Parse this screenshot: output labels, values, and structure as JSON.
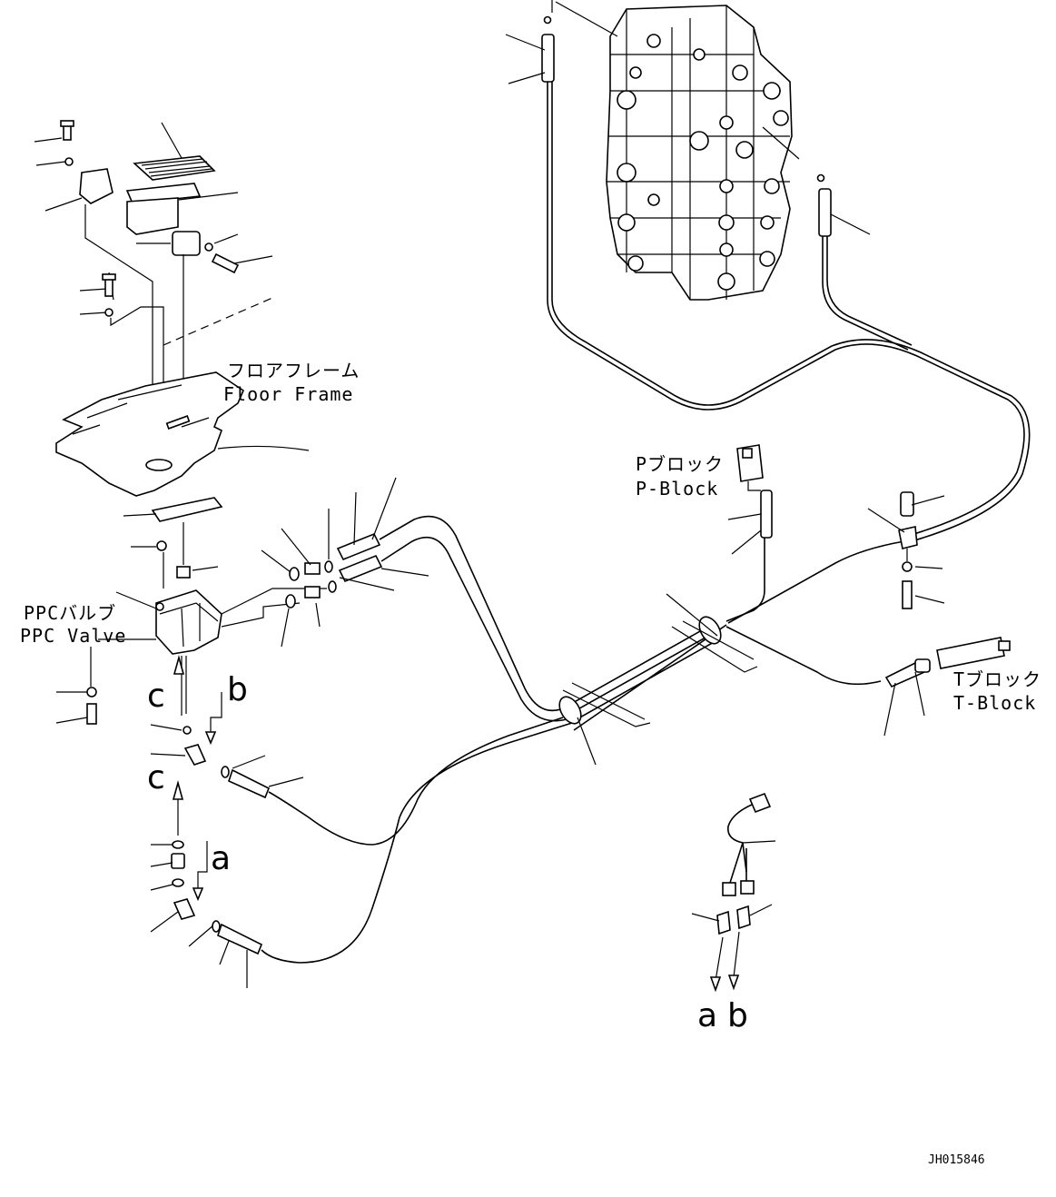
{
  "labels": {
    "floor_frame_jp": "フロアフレーム",
    "floor_frame_en": "Floor Frame",
    "ppc_valve_jp": "PPCバルブ",
    "ppc_valve_en": "PPC Valve",
    "p_block_jp": "Pブロック",
    "p_block_en": "P-Block",
    "t_block_jp": "Tブロック",
    "t_block_en": "T-Block"
  },
  "connection_letters": {
    "c_upper": "c",
    "b_upper": "b",
    "c_lower": "c",
    "a_lower": "a",
    "a_bottom": "a",
    "b_bottom": "b"
  },
  "document_id": "JH015846",
  "colors": {
    "line": "#000000",
    "background": "#ffffff"
  }
}
